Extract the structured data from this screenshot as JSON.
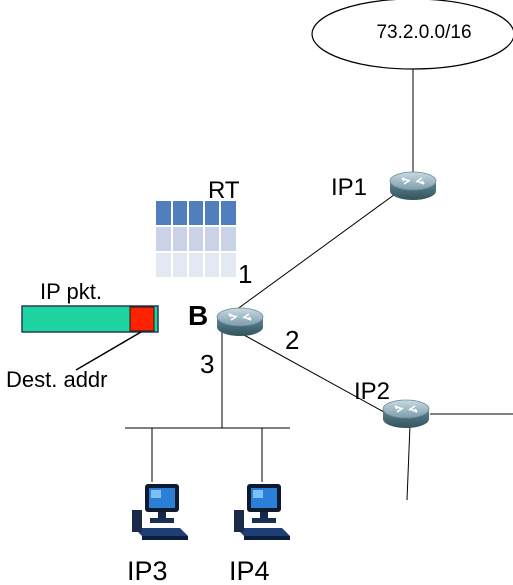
{
  "network": {
    "prefix": "73.2.0.0/16",
    "rt_label": "RT",
    "packet_label": "IP pkt.",
    "dest_label": "Dest. addr",
    "router_b_label": "B",
    "ip1_label": "IP1",
    "ip2_label": "IP2",
    "ip3_label": "IP3",
    "ip4_label": "IP4",
    "port1": "1",
    "port2": "2",
    "port3": "3"
  },
  "colors": {
    "packet_body": "#1ed4a0",
    "dest_field": "#ff2200",
    "router_top": "#9fb8c4",
    "router_body": "#4f7380",
    "rt_header": "#4f7fbf",
    "rt_rows": "#d9deed"
  }
}
